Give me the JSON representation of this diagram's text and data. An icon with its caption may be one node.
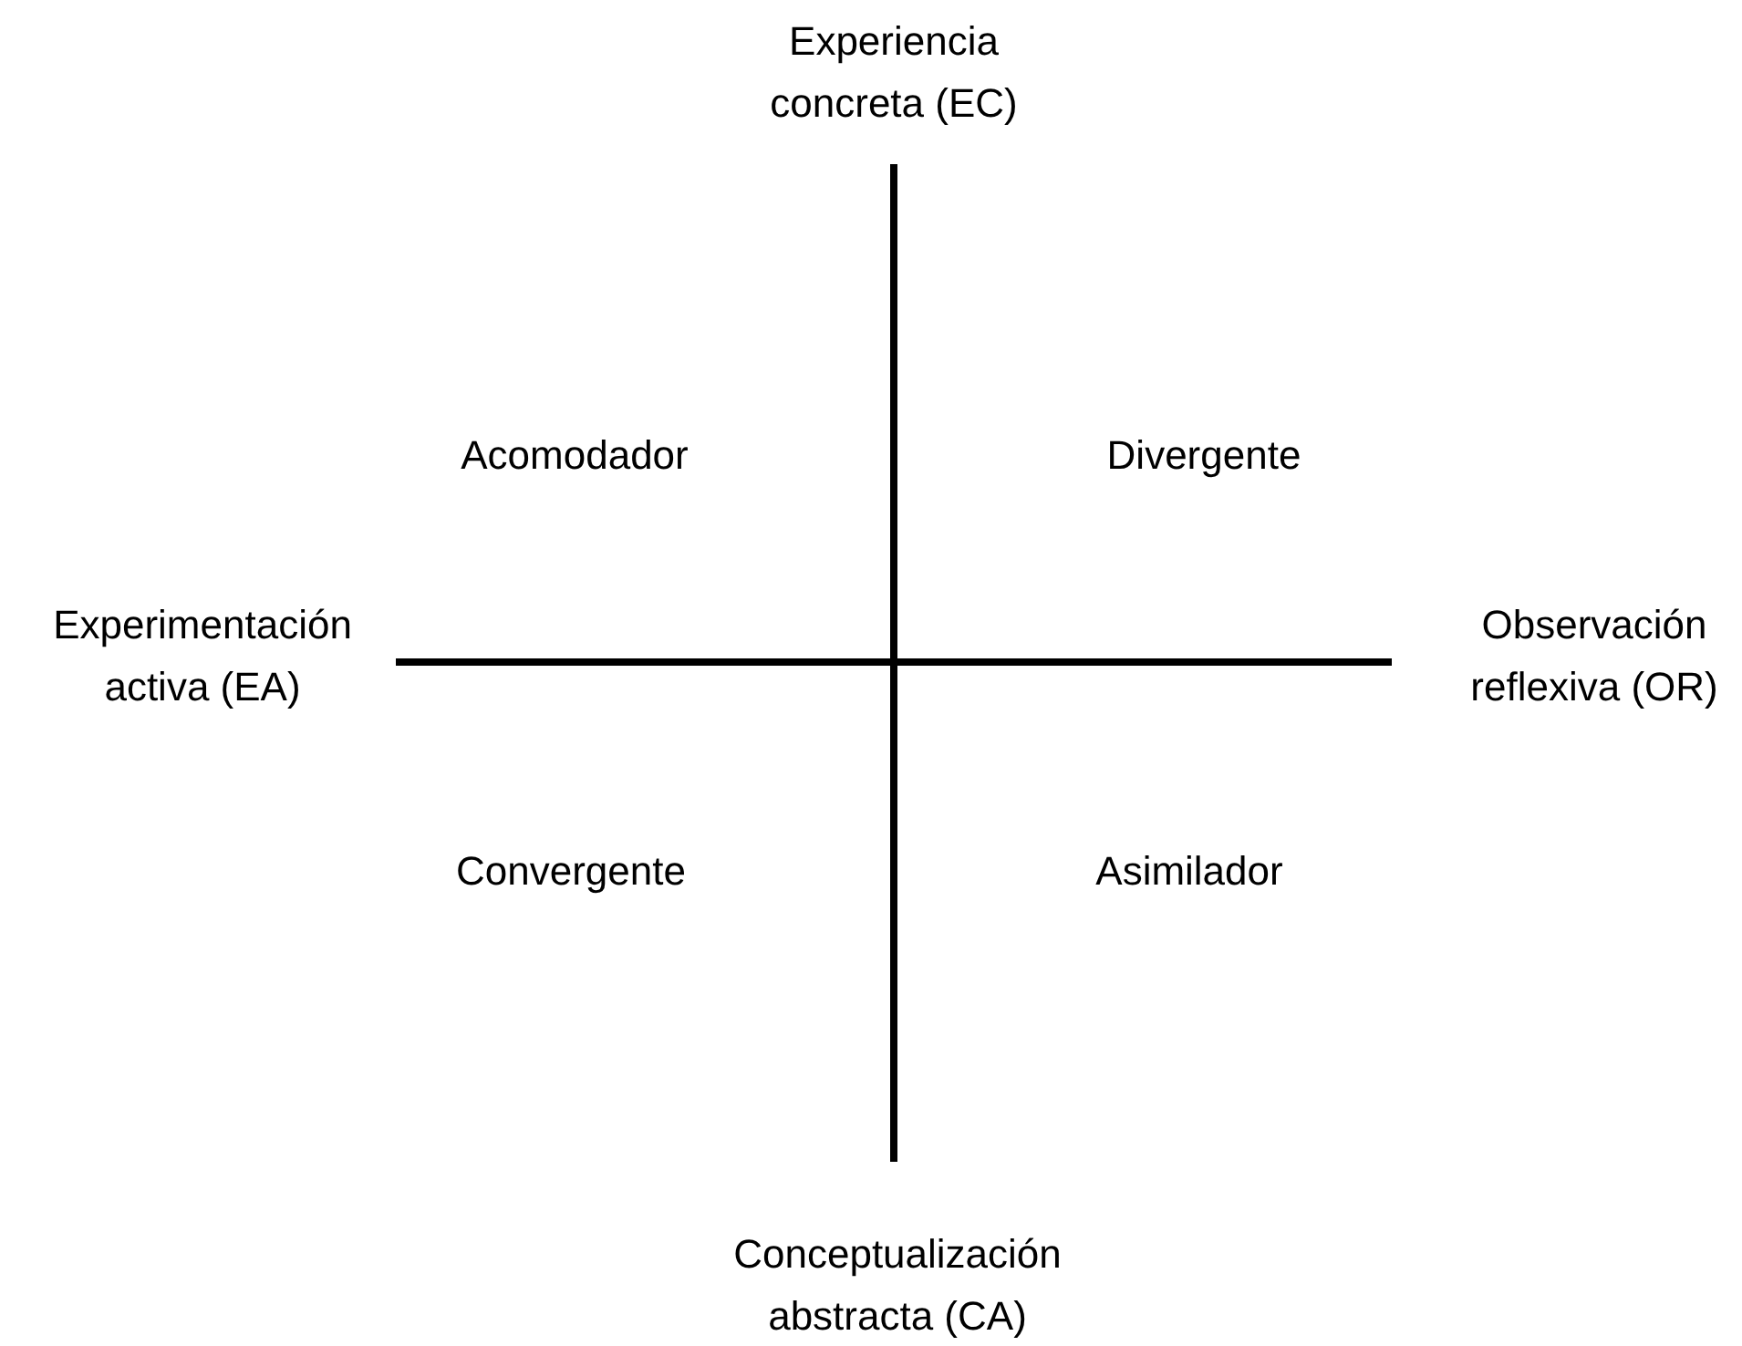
{
  "diagram": {
    "labels": [
      "Experiencia concreta (EC)",
      "Acomodador",
      "Divergente",
      "Experimentación activa (EA)",
      "Observación reflexiva (OR)",
      "Convergente",
      "Asimilador",
      "Conceptualización abstracta (CA)"
    ]
  }
}
